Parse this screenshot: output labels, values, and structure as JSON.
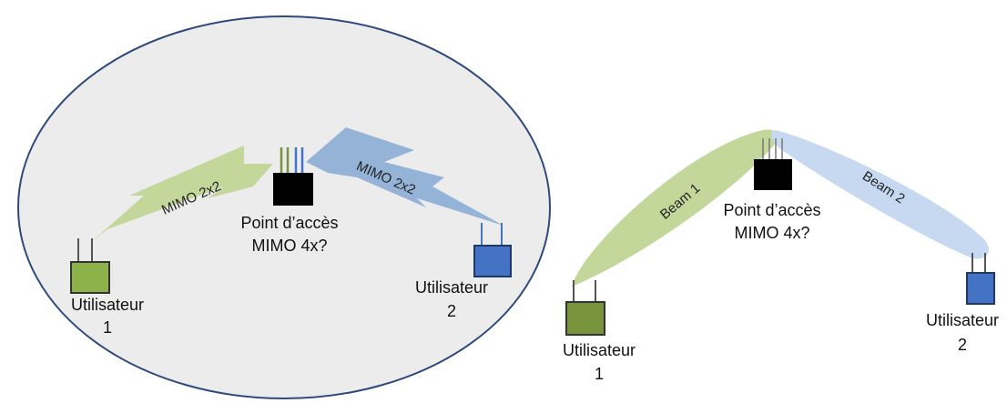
{
  "colors": {
    "user1": "#77933c",
    "user1_light": "#8db24a",
    "user2": "#4472c4",
    "ap": "#000000",
    "link_green": "#c4d79b",
    "link_blue": "#95b3d7",
    "beam_blue": "#c6d9f1",
    "cell_fill": "#ececec"
  },
  "left": {
    "ap_label_line1": "Point d’accès",
    "ap_label_line2": "MIMO 4x?",
    "user1_line1": "Utilisateur",
    "user1_line2": "1",
    "user2_line1": "Utilisateur",
    "user2_line2": "2",
    "link1_label": "MIMO 2x2",
    "link2_label": "MIMO 2x2"
  },
  "right": {
    "ap_label_line1": "Point d’accès",
    "ap_label_line2": "MIMO 4x?",
    "user1_line1": "Utilisateur",
    "user1_line2": "1",
    "user2_line1": "Utilisateur",
    "user2_line2": "2",
    "beam1_label": "Beam 1",
    "beam2_label": "Beam 2"
  }
}
